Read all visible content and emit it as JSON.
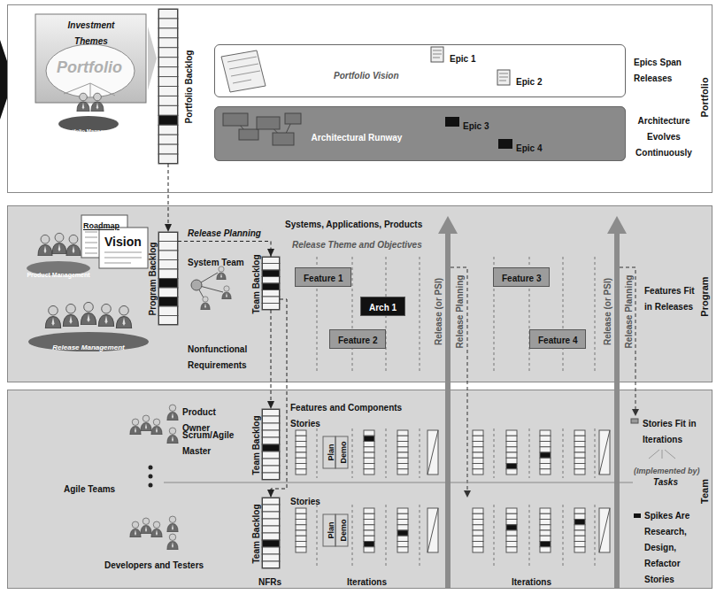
{
  "diagram": {
    "nodes": [
      {
        "text": [
          "Portfolio"
        ]
      },
      {
        "text": [
          "Investment Themes",
          "Portfolio Management"
        ],
        "in": 0
      },
      {
        "text": [
          "Portfolio Backlog"
        ],
        "in": 0
      },
      {
        "text": [
          "Portfolio Vision"
        ],
        "in": 0
      },
      {
        "text": [
          "Epic 1"
        ],
        "in": 3
      },
      {
        "text": [
          "Epic 2"
        ],
        "in": 3
      },
      {
        "text": [
          "Architectural Runway"
        ],
        "in": 0
      },
      {
        "text": [
          "Epic 3"
        ],
        "in": 6
      },
      {
        "text": [
          "Epic 4"
        ],
        "in": 6
      },
      {
        "text": [
          "Program"
        ]
      },
      {
        "text": [
          "Program Backlog"
        ],
        "in": 9
      },
      {
        "text": [
          "Product Management"
        ],
        "in": 9
      },
      {
        "text": [
          "Roadmap",
          "Vision"
        ],
        "in": 9
      },
      {
        "text": [
          "Release Management"
        ],
        "in": 9
      },
      {
        "text": [
          "System Team"
        ],
        "in": 9
      },
      {
        "text": [
          "Team Backlog"
        ],
        "in": 9
      },
      {
        "text": [
          "Feature 1"
        ],
        "in": 9
      },
      {
        "text": [
          "Arch 1"
        ],
        "in": 9
      },
      {
        "text": [
          "Feature 2"
        ],
        "in": 9
      },
      {
        "text": [
          "Feature 3"
        ],
        "in": 9
      },
      {
        "text": [
          "Feature 4"
        ],
        "in": 9
      },
      {
        "text": [
          "Team"
        ]
      },
      {
        "text": [
          "Team Backlog"
        ],
        "in": 21
      },
      {
        "text": [
          "Team Backlog"
        ],
        "in": 21
      }
    ],
    "edges": [
      {
        "from": 2,
        "to": 10,
        "arrow": "to"
      },
      {
        "from": 10,
        "to": 15,
        "label": "Release Planning",
        "arrow": "to"
      },
      {
        "from": 15,
        "to": 22,
        "arrow": "to"
      },
      {
        "from": 15,
        "to": 23,
        "arrow": "to"
      }
    ],
    "labels": [
      "Portfolio",
      "Epics Span Releases",
      "Architecture Evolves Continuously",
      "Systems, Applications, Products",
      "Release Theme and Objectives",
      "Nonfunctional Requirements",
      "Release (or PSI)",
      "Release Planning",
      "Release (or PSI)",
      "Release Planning",
      "Features Fit in Releases",
      "Features and Components",
      "Stories",
      "Plan",
      "Demo",
      "Stories",
      "Plan",
      "Demo",
      "Product Owner",
      "Scrum/Agile Master",
      "Agile Teams",
      "Developers and Testers",
      "NFRs",
      "Iterations",
      "Iterations",
      "Stories Fit in Iterations",
      "(Implemented by)",
      "Tasks",
      "Spikes Are Research, Design, Refactor Stories"
    ]
  }
}
